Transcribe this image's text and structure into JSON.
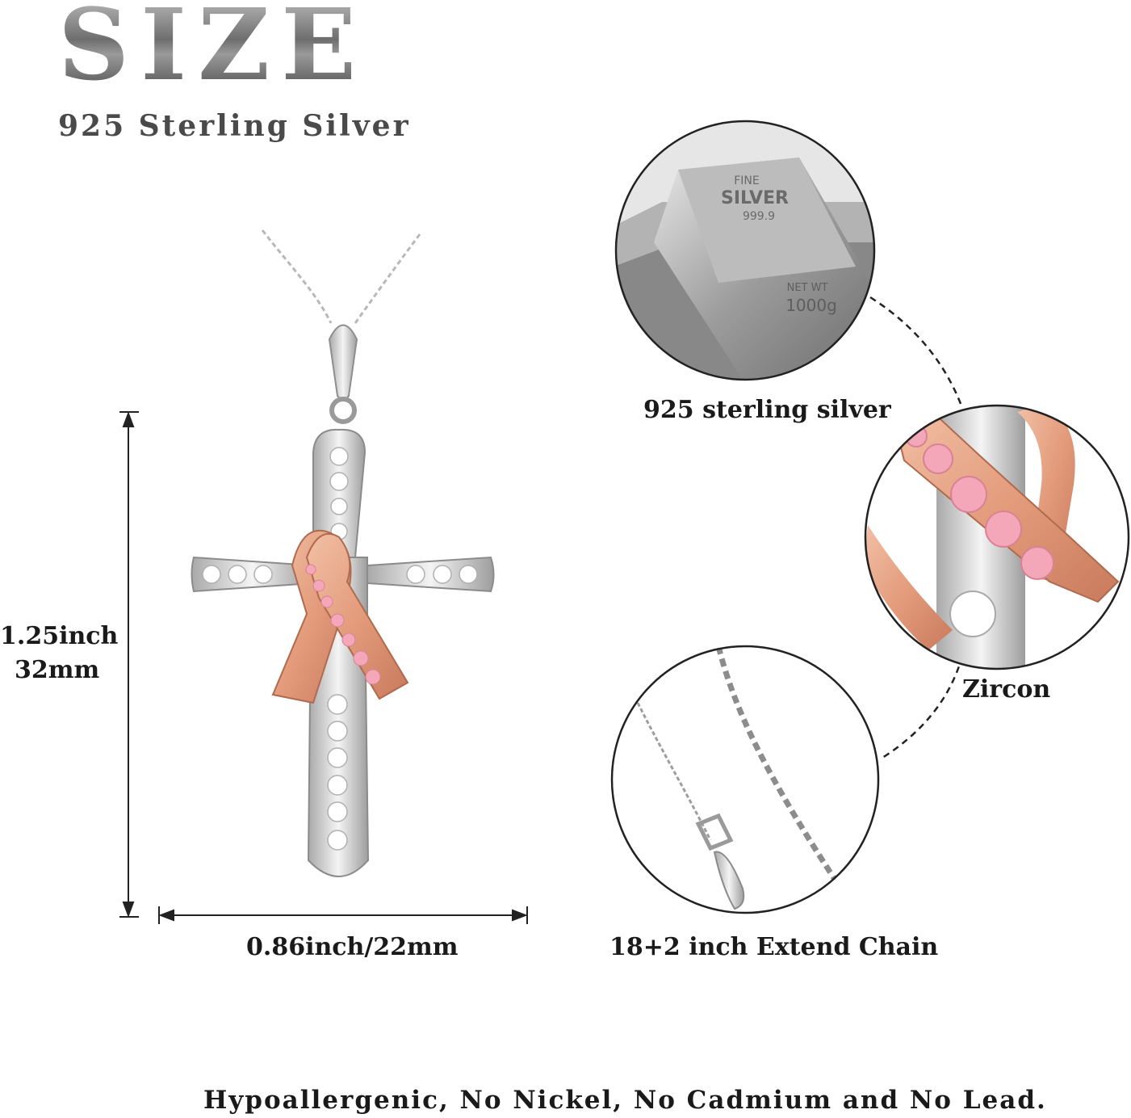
{
  "header": {
    "title": "SIZE",
    "subtitle": "925 Sterling Silver"
  },
  "dimensions": {
    "height_inch": "1.25inch",
    "height_mm": "32mm",
    "width": "0.86inch/22mm"
  },
  "features": {
    "material_label": "925 sterling silver",
    "stone_label": "Zircon",
    "chain_label": "18+2 inch Extend Chain"
  },
  "bar_stamp": {
    "line1": "FINE",
    "line2": "SILVER",
    "line3": "999.9",
    "line4": "NET WT",
    "line5": "1000g"
  },
  "footer": {
    "text": "Hypoallergenic, No Nickel, No Cadmium and No Lead."
  },
  "colors": {
    "silver": "#c9c9c9",
    "rose_gold": "#e8a88a",
    "pink_stone": "#f4a7b9"
  }
}
